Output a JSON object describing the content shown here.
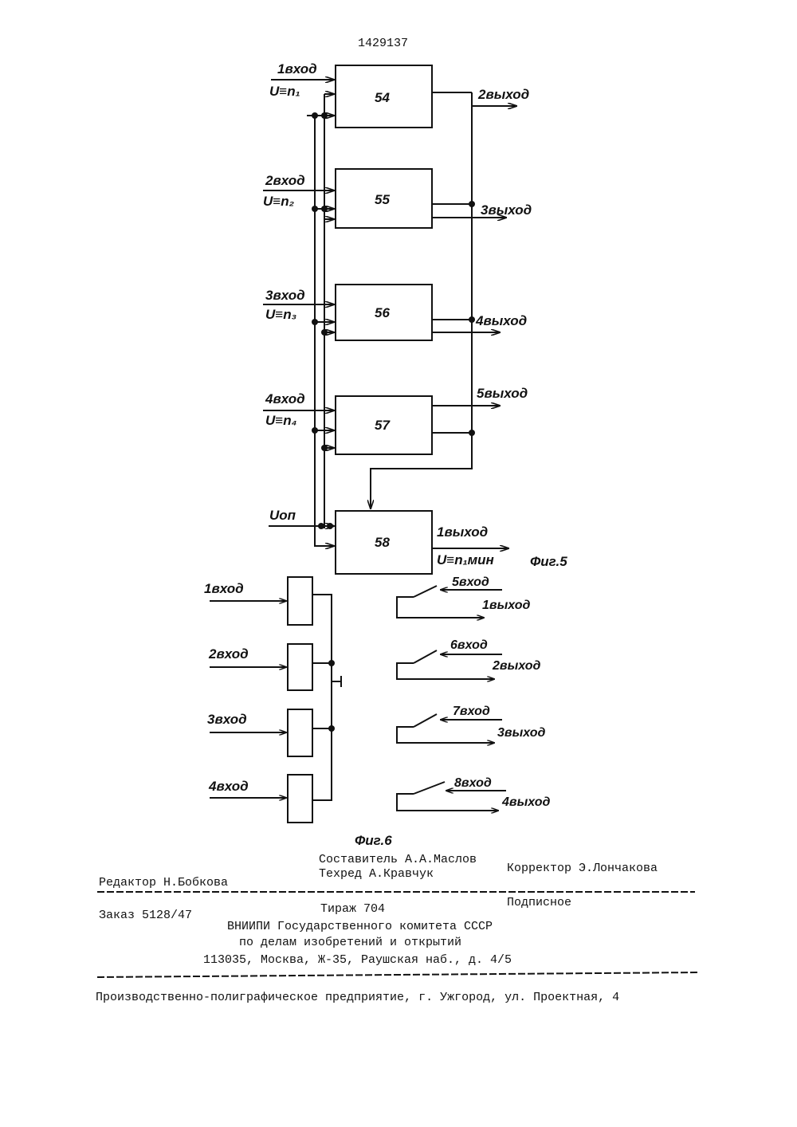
{
  "header": {
    "patent_number": "1429137"
  },
  "fig5": {
    "caption": "Фиг.5",
    "blocks": [
      "54",
      "55",
      "56",
      "57",
      "58"
    ],
    "inputs": [
      {
        "label": "1вход",
        "formula": "U≡n₁"
      },
      {
        "label": "2вход",
        "formula": "U≡n₂"
      },
      {
        "label": "3вход",
        "formula": "U≡n₃"
      },
      {
        "label": "4вход",
        "formula": "U≡n₄"
      }
    ],
    "ref_input": "Uоп",
    "outputs": [
      "2выход",
      "3выход",
      "4выход",
      "5выход",
      "1выход"
    ],
    "output_formula": "U≡n₁мин"
  },
  "fig6": {
    "caption": "Фиг.6",
    "inputs": [
      "1вход",
      "2вход",
      "3вход",
      "4вход"
    ],
    "switches": [
      {
        "in": "5вход",
        "out": "1выход"
      },
      {
        "in": "6вход",
        "out": "2выход"
      },
      {
        "in": "7вход",
        "out": "3выход"
      },
      {
        "in": "8вход",
        "out": "4выход"
      }
    ]
  },
  "imprint": {
    "compiler": "Составитель А.А.Маслов",
    "editor": "Редактор Н.Бобкова",
    "tech": "Техред А.Кравчук",
    "corrector": "Корректор Э.Лончакова",
    "order": "Заказ 5128/47",
    "print_run": "Тираж 704",
    "subscription": "Подписное",
    "org1": "ВНИИПИ Государственного комитета СССР",
    "org2": "по делам изобретений и открытий",
    "address": "113035, Москва, Ж-35, Раушская наб., д. 4/5",
    "plant": "Производственно-полиграфическое предприятие, г. Ужгород, ул. Проектная, 4"
  }
}
